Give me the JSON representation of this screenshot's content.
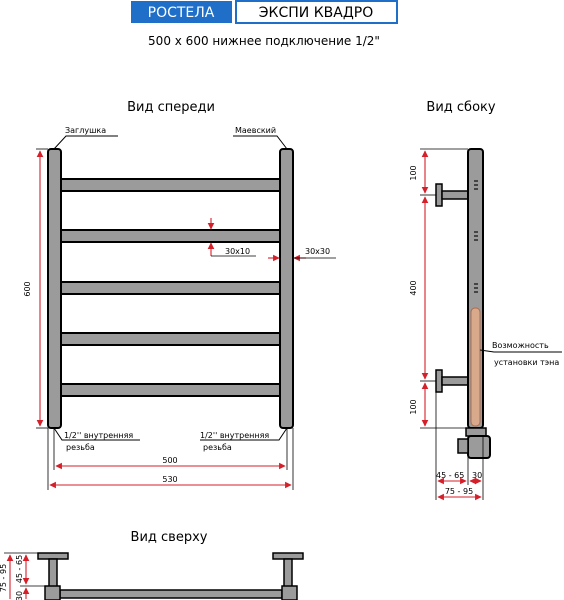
{
  "header": {
    "brand": "РОСТЕЛА",
    "model": "ЭКСПИ КВАДРО",
    "subtitle": "500 х 600 нижнее подключение 1/2\""
  },
  "front_view": {
    "title": "Вид спереди",
    "plug_label": "Заглушка",
    "mayevsky_label": "Маевский",
    "rung_profile": "30х10",
    "post_profile": "30х30",
    "height": "600",
    "thread_left_line1": "1/2'' внутренняя",
    "thread_left_line2": "резьба",
    "thread_right_line1": "1/2'' внутренняя",
    "thread_right_line2": "резьба",
    "width_center": "500",
    "width_total": "530"
  },
  "side_view": {
    "title": "Вид сбоку",
    "dim_top": "100",
    "dim_mid": "400",
    "dim_bottom": "100",
    "heater_line1": "Возможность",
    "heater_line2": "установки тэна",
    "dim_offset": "45 - 65",
    "dim_pipe": "30",
    "dim_total": "75 - 95"
  },
  "top_view": {
    "title": "Вид сверху",
    "dim_total": "75 - 95",
    "dim_pipe": "30",
    "dim_offset": "45 - 65"
  },
  "colors": {
    "brand_bg": "#1f6fc8",
    "dimension": "#d4202a",
    "metal": "#9b9b9b",
    "heater": "#d9a98c"
  }
}
